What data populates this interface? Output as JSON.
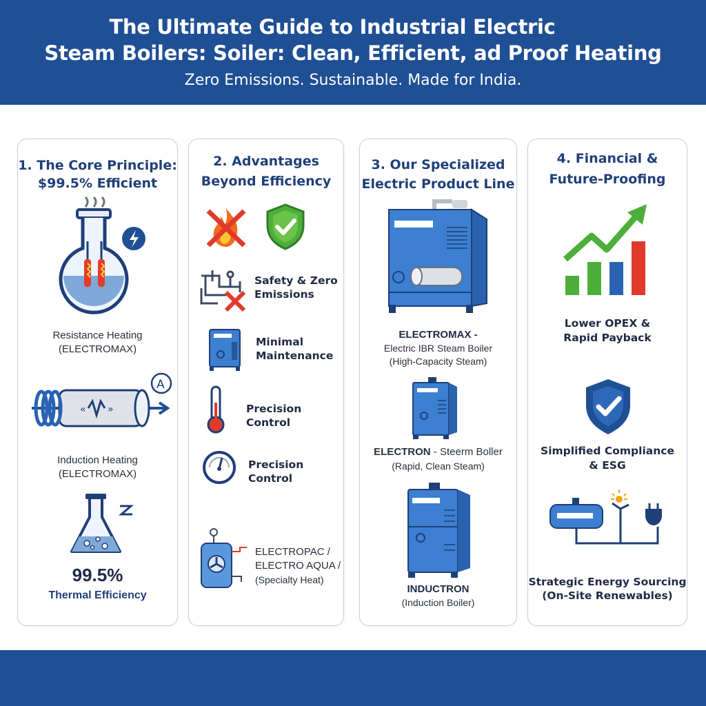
{
  "header": {
    "title_line1": "The Ultimate Guide to Industrial Electric",
    "title_line2": "Steam Boilers: Soiler: Clean, Efficient, ad Proof Heating",
    "subtitle": "Zero Emissions. Sustainable. Made for India."
  },
  "col1": {
    "title_line1": "1. The Core Principle:",
    "title_line2": "$99.5% Efficient",
    "item1_line1": "Resistance Heating",
    "item1_line2": "(ELECTROMAX)",
    "item2_line1": "Induction Heating",
    "item2_line2": "(ELECTROMAX)",
    "stat_value": "99.5%",
    "stat_label": "Thermal Efficiency"
  },
  "col2": {
    "title_line1": "2. Advantages",
    "title_line2": "Beyond Efficiency",
    "item1_line1": "Safety & Zero",
    "item1_line2": "Emissions",
    "item2_line1": "Minimal",
    "item2_line2": "Maintenance",
    "item3": "Precision Control",
    "item4": "Precision Control",
    "item5_line1": "ELECTROPAC /",
    "item5_line2": "ELECTRO AQUA /",
    "item5_line3": "(Specialty Heat)"
  },
  "col3": {
    "title_line1": "3. Our Specialized",
    "title_line2": "Electric Product Line",
    "p1_name": "ELECTROMAX -",
    "p1_line2": "Electric IBR Steam Boiler",
    "p1_line3": "(High-Capacity Steam)",
    "p2_line1": "ELECTRON - Steerm Boller",
    "p2_name": "ELECTRON",
    "p2_rest": " - Steerm Boller",
    "p2_line2": "(Rapid, Clean Steam)",
    "p3_name": "INDUCTRON",
    "p3_line2": "(Induction Boiler)"
  },
  "col4": {
    "title_line1": "4. Financial &",
    "title_line2": "Future-Proofing",
    "item1_line1": "Lower OPEX &",
    "item1_line2": "Rapid Payback",
    "item2_line1": "Simplified Compliance",
    "item2_line2": "& ESG",
    "item3_line1": "Strategic Energy Sourcing",
    "item3_line2": "(On-Site Renewables)"
  },
  "colors": {
    "brand_blue": "#1f4f94",
    "boiler_blue": "#3d7fd0",
    "green": "#4caf3a",
    "red": "#e03a2a"
  }
}
